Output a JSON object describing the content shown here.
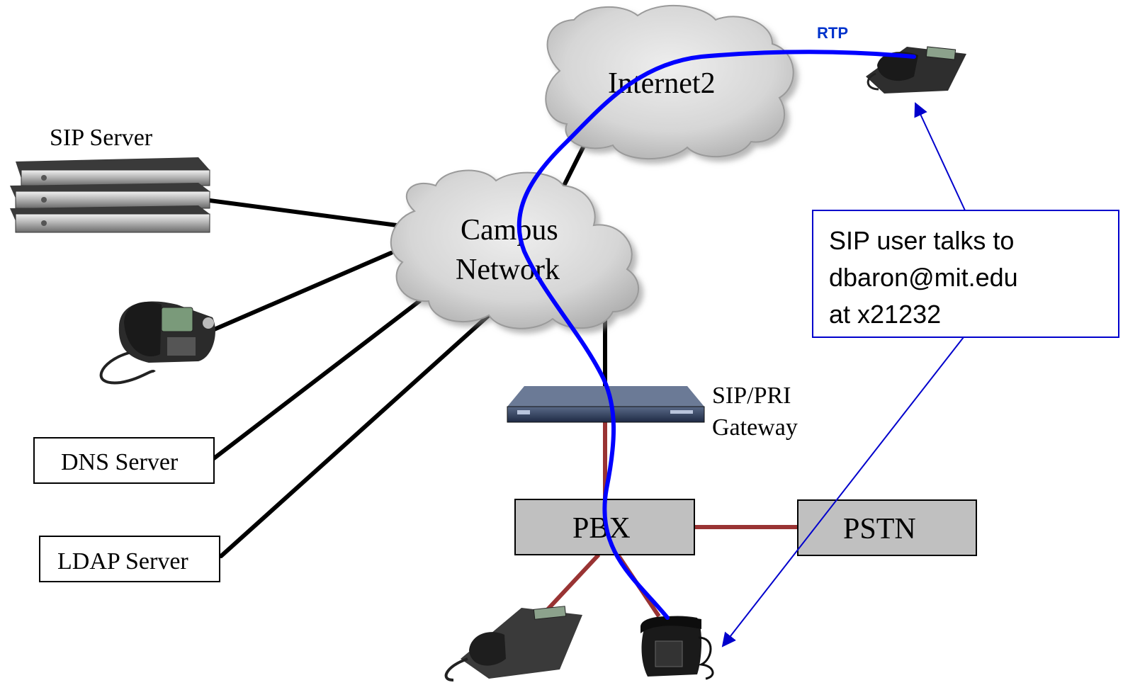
{
  "nodes": {
    "internet2": "Internet2",
    "campus_line1": "Campus",
    "campus_line2": "Network",
    "sip_server": "SIP Server",
    "gateway_line1": "SIP/PRI",
    "gateway_line2": "Gateway",
    "dns_server": "DNS Server",
    "ldap_server": "LDAP Server",
    "pbx": "PBX",
    "pstn": "PSTN"
  },
  "rtp_label": "RTP",
  "callout": {
    "line1": "SIP user talks to",
    "line2": "dbaron@mit.edu",
    "line3": "at x21232"
  },
  "colors": {
    "rtp_path": "#0000ff",
    "lan_link": "#000000",
    "pstn_link": "#993333",
    "box_fill": "#c0c0c0",
    "cloud_fill": "#d9d9d9",
    "callout_border": "#0000cc"
  }
}
